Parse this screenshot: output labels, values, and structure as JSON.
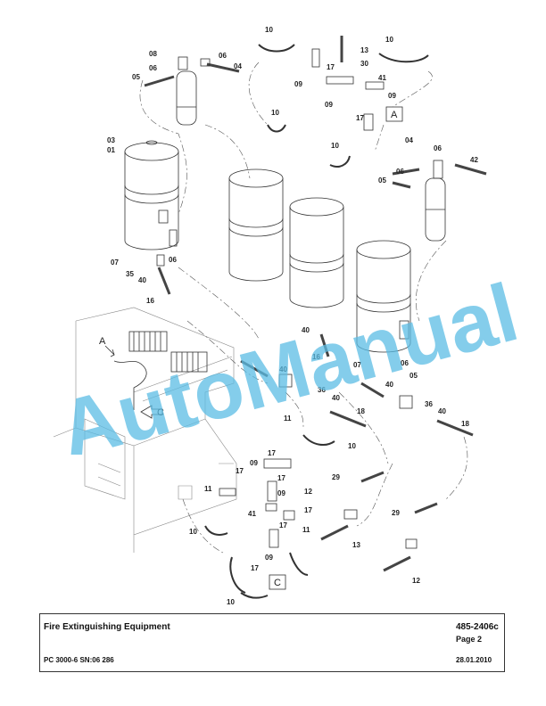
{
  "title_block": {
    "title": "Fire Extinguishing Equipment",
    "document_number": "485-2406c",
    "page": "Page 2",
    "model": "PC 3000-6 SN:06 286",
    "date": "28.01.2010"
  },
  "watermark": {
    "text": "AutoManual",
    "color": "#5bbce4"
  },
  "callouts": {
    "c_10a": "10",
    "c_13": "13",
    "c_10b": "10",
    "c_17a": "17",
    "c_30": "30",
    "c_09a": "09",
    "c_41a": "41",
    "c_09b": "09",
    "c_10c": "10",
    "c_09c": "09",
    "c_17b": "17",
    "c_10d": "10",
    "c_08": "08",
    "c_06a": "06",
    "c_06b": "06",
    "c_04a": "04",
    "c_05a": "05",
    "c_03": "03",
    "c_01": "01",
    "c_07a": "07",
    "c_35": "35",
    "c_06c": "06",
    "c_40a": "40",
    "c_16a": "16",
    "c_04b": "04",
    "c_06d": "06",
    "c_06e": "06",
    "c_42": "42",
    "c_05b": "05",
    "c_40b": "40",
    "c_16b": "16",
    "c_07b": "07",
    "c_06f": "06",
    "c_05c": "05",
    "c_40c": "40",
    "c_36a": "36",
    "c_40d": "40",
    "c_40e": "40",
    "c_36b": "36",
    "c_40f": "40",
    "c_18a": "18",
    "c_18b": "18",
    "c_11a": "11",
    "c_10e": "10",
    "c_17c": "17",
    "c_09d": "09",
    "c_17d": "17",
    "c_17e": "17",
    "c_11b": "11",
    "c_09e": "09",
    "c_12a": "12",
    "c_17f": "17",
    "c_41b": "41",
    "c_17g": "17",
    "c_11c": "11",
    "c_10f": "10",
    "c_17h": "17",
    "c_09f": "09",
    "c_10g": "10",
    "c_29a": "29",
    "c_13b": "13",
    "c_29b": "29",
    "c_12b": "12"
  },
  "view_labels": {
    "a_box": "A",
    "c_box": "C",
    "a_pointer": "A",
    "c_pointer": "C"
  }
}
